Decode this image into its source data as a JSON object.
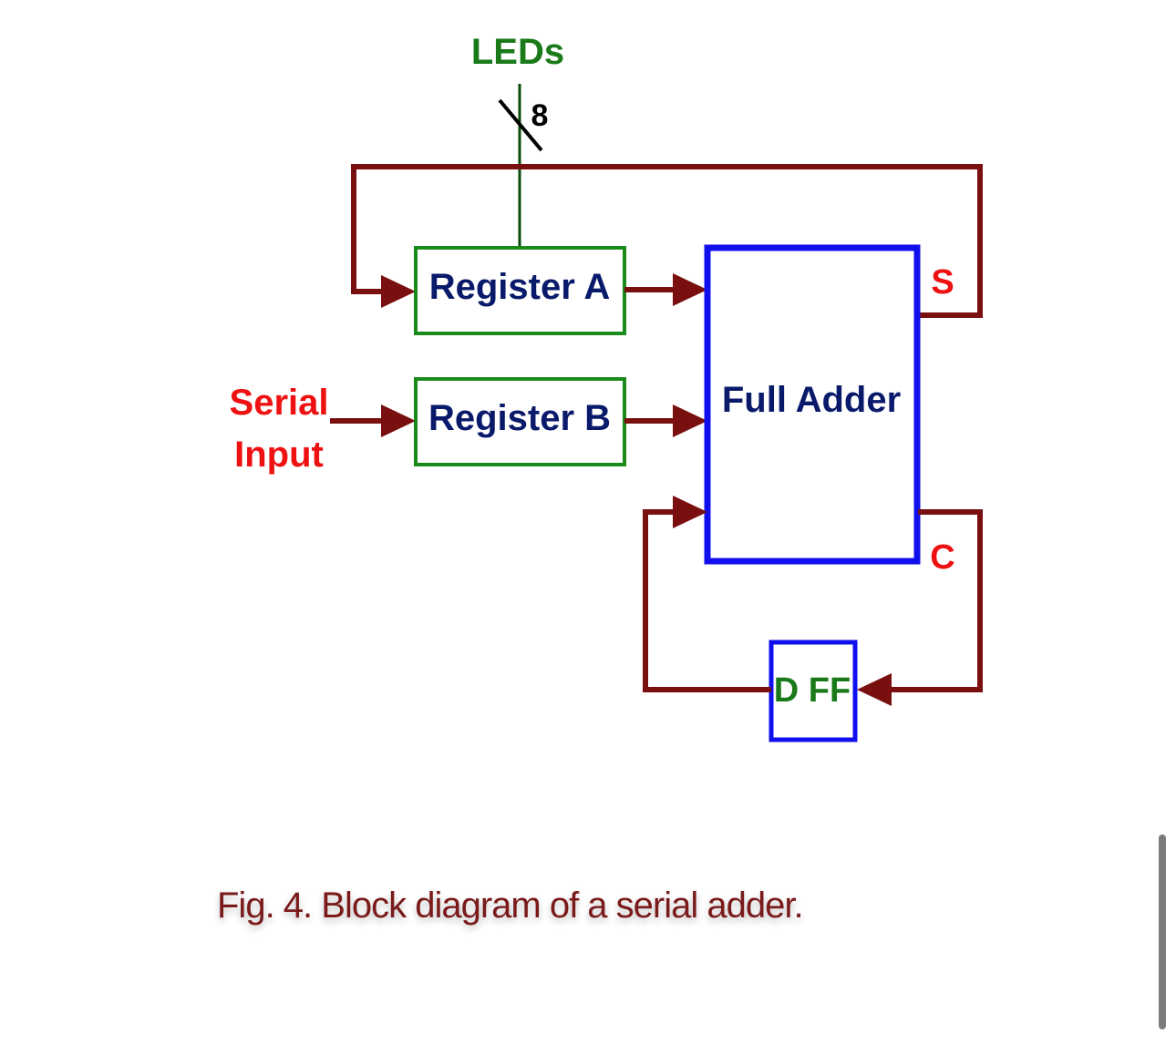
{
  "diagram": {
    "leds_label": "LEDs",
    "bus_width": "8",
    "register_a": "Register A",
    "register_b": "Register B",
    "full_adder": "Full Adder",
    "sum_label": "S",
    "carry_label": "C",
    "dff": "D FF",
    "serial_input_line1": "Serial",
    "serial_input_line2": "Input"
  },
  "caption": "Fig. 4. Block diagram of a serial adder.",
  "colors": {
    "wire": "#7a0f0f",
    "register_border": "#1a8a1a",
    "adder_border": "#1010ee",
    "register_text": "#0a1a6a",
    "port_label": "#ee1111",
    "leds_text": "#1a7a1a"
  }
}
